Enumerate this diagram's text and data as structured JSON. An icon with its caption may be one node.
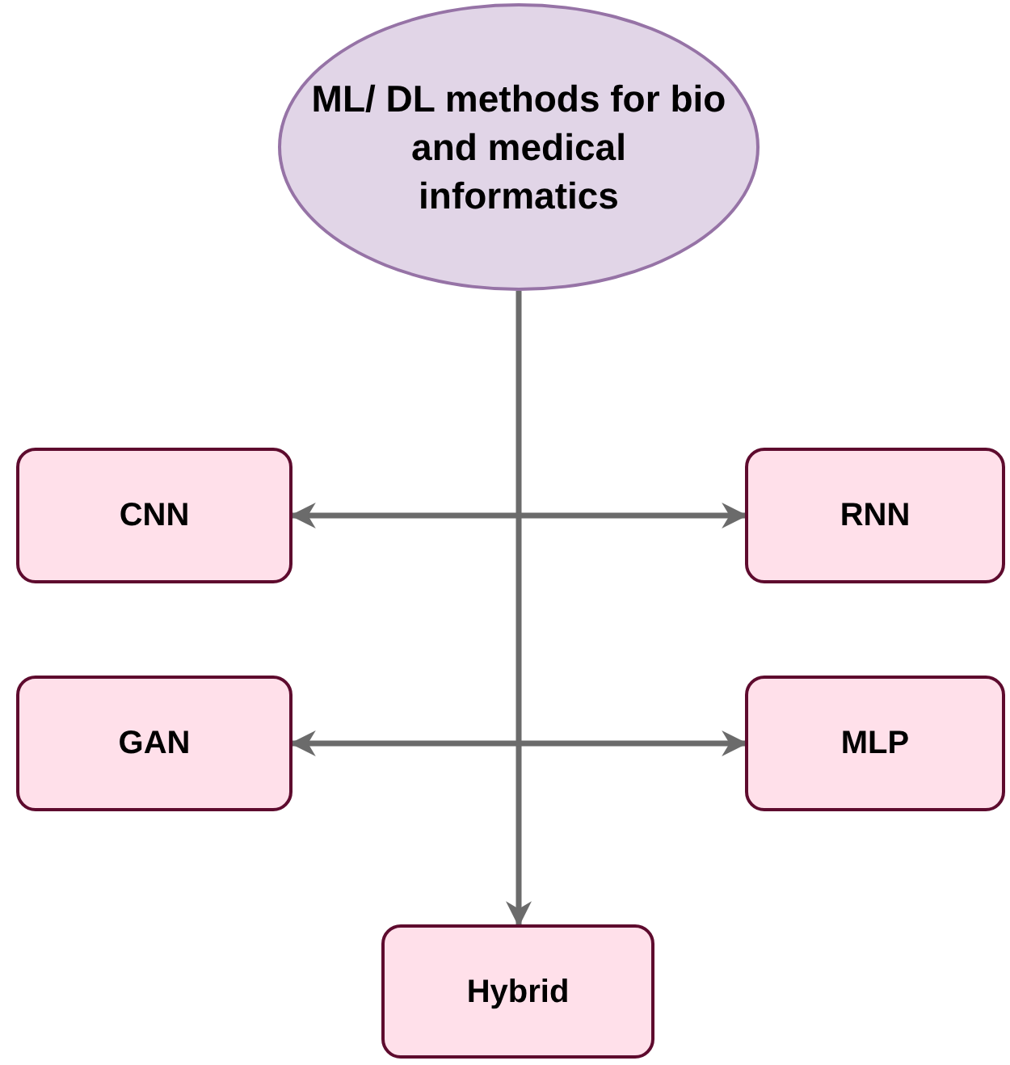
{
  "diagram": {
    "nodes": [
      {
        "text": [
          "ML/ DL methods for bio and medical informatics"
        ]
      },
      {
        "text": [
          "CNN"
        ]
      },
      {
        "text": [
          "RNN"
        ]
      },
      {
        "text": [
          "GAN"
        ]
      },
      {
        "text": [
          "MLP"
        ]
      },
      {
        "text": [
          "Hybrid"
        ]
      }
    ],
    "edges": [
      {
        "from": 0,
        "to": 5,
        "arrow": "to"
      },
      {
        "from": 1,
        "to": 2,
        "arrow": "both"
      },
      {
        "from": 3,
        "to": 4,
        "arrow": "both"
      }
    ]
  }
}
